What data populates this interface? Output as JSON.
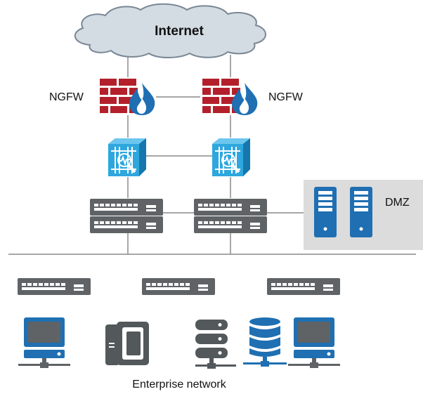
{
  "labels": {
    "internet": "Internet",
    "ngfw_left": "NGFW",
    "ngfw_right": "NGFW",
    "dmz": "DMZ",
    "enterprise": "Enterprise network"
  },
  "colors": {
    "cloud_fill": "#d3dbe3",
    "cloud_stroke": "#7a8794",
    "firewall_red": "#b3202b",
    "flame_blue": "#1f6fb2",
    "ips_blue": "#2a9fd6",
    "switch_gray": "#5f6366",
    "device_blue": "#1f6fb2",
    "icon_gray": "#53585b",
    "dmz_bg": "#dcdcdc",
    "line": "#8a8a8a"
  },
  "icons": [
    "cloud-icon",
    "firewall-icon",
    "ips-icon",
    "switch-icon",
    "server-icon",
    "pc-icon",
    "ip-phone-icon",
    "database-icon"
  ]
}
